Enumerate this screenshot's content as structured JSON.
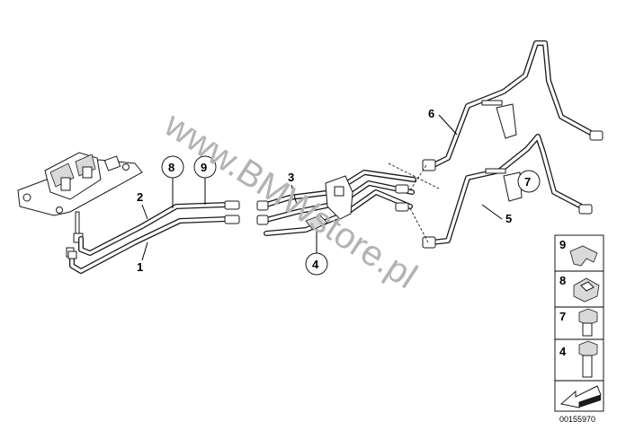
{
  "watermark": "www.BMWstore.pl",
  "callouts": {
    "c1": "1",
    "c2": "2",
    "c3": "3",
    "c4": "4",
    "c5": "5",
    "c6": "6",
    "c7": "7",
    "c8": "8",
    "c9": "9"
  },
  "legend": {
    "items": [
      {
        "label": "9",
        "icon": "clip-icon"
      },
      {
        "label": "8",
        "icon": "nut-clip-icon"
      },
      {
        "label": "7",
        "icon": "hex-bolt-short-icon"
      },
      {
        "label": "4",
        "icon": "hex-bolt-long-icon"
      }
    ]
  },
  "reference_number": "00155970",
  "colors": {
    "line": "#1a1a1a",
    "watermark": "#b3b3b3",
    "panel": "#ffffff"
  }
}
